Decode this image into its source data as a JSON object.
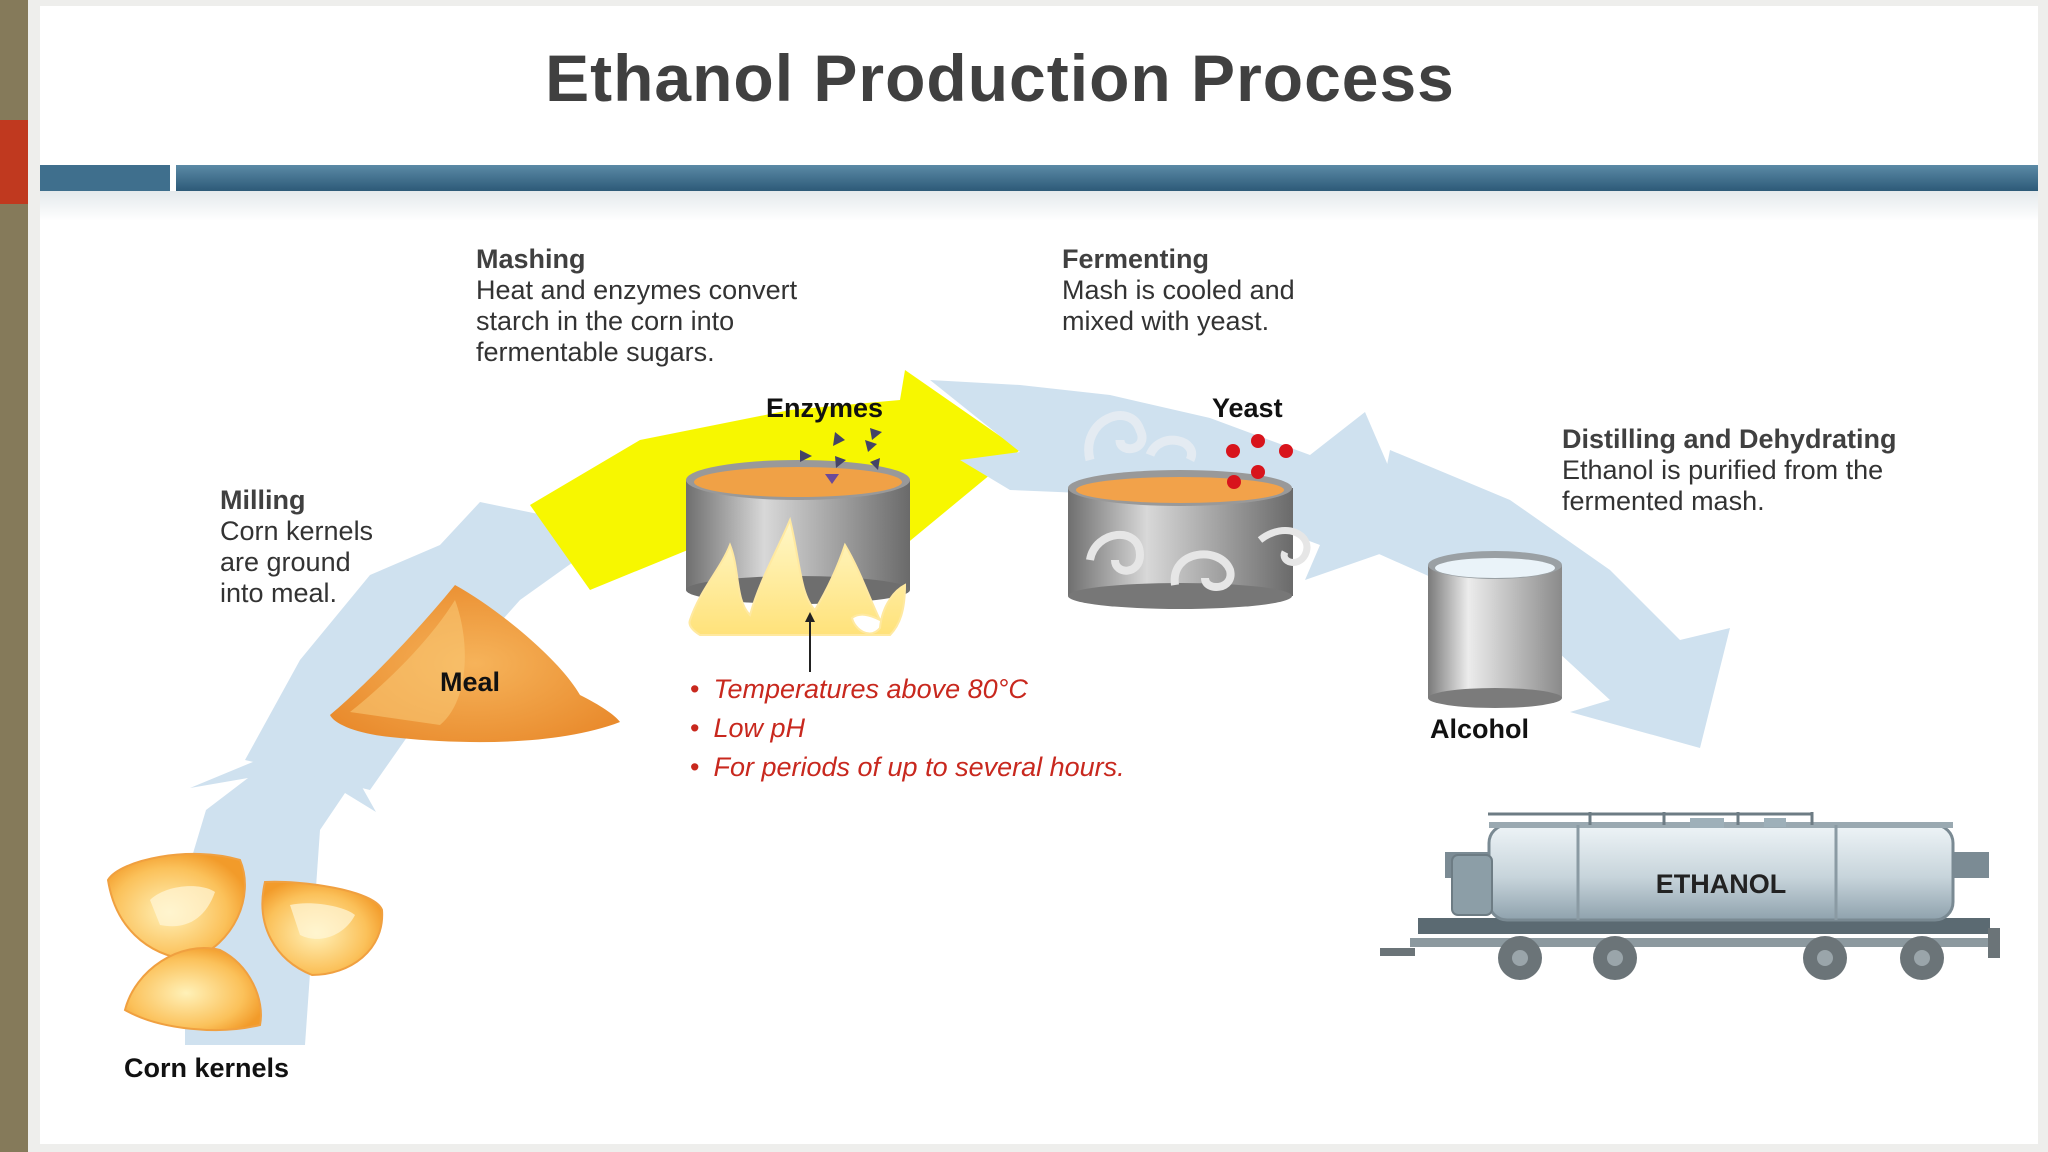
{
  "title": "Ethanol Production Process",
  "steps": {
    "milling": {
      "heading": "Milling",
      "lines": [
        "Corn kernels",
        "are ground",
        "into meal."
      ]
    },
    "mashing": {
      "heading": "Mashing",
      "lines": [
        "Heat and enzymes convert",
        "starch in the corn into",
        "fermentable sugars."
      ]
    },
    "fermenting": {
      "heading": "Fermenting",
      "lines": [
        "Mash is cooled and",
        "mixed with yeast."
      ]
    },
    "distilling": {
      "heading": "Distilling and Dehydrating",
      "lines": [
        "Ethanol is purified from the",
        "fermented mash."
      ]
    }
  },
  "labels": {
    "corn": "Corn kernels",
    "meal": "Meal",
    "enzymes": "Enzymes",
    "yeast": "Yeast",
    "alcohol": "Alcohol",
    "ethanol": "ETHANOL"
  },
  "mashing_conditions": [
    "Temperatures above 80°C",
    "Low pH",
    "For periods of up to several hours."
  ],
  "colors": {
    "arrow": "#cfe1ef",
    "highlight_arrow": "#f7f700",
    "notes": "#c8281e",
    "title_bar": "#3f6f8d",
    "sidebar": "#857a5a"
  }
}
